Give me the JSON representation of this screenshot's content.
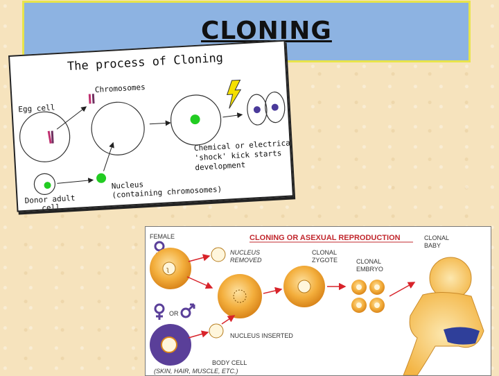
{
  "slide": {
    "title": "CLONING"
  },
  "panel1": {
    "heading": "The process of Cloning",
    "chromosomes": "Chromosomes",
    "egg_cell": "Egg cell",
    "shock_line1": "Chemical or electrical",
    "shock_line2": "'shock' kick starts",
    "shock_line3": "development",
    "nucleus_line1": "Nucleus",
    "nucleus_line2": "(containing chromosomes)",
    "donor_line1": "Donor adult",
    "donor_line2": "cell"
  },
  "panel2": {
    "female": "FEMALE",
    "heading": "CLONING OR ASEXUAL REPRODUCTION",
    "clonal_baby_line1": "CLONAL",
    "clonal_baby_line2": "BABY",
    "nucleus_removed_line1": "NUCLEUS",
    "nucleus_removed_line2": "REMOVED",
    "clonal_zygote_line1": "CLONAL",
    "clonal_zygote_line2": "ZYGOTE",
    "clonal_embryo_line1": "CLONAL",
    "clonal_embryo_line2": "EMBRYO",
    "or": "OR",
    "nucleus_inserted": "NUCLEUS INSERTED",
    "body_cell_line1": "BODY CELL",
    "body_cell_line2": "(SKIN, HAIR, MUSCLE, ETC.)"
  },
  "colors": {
    "title_bg": "#8db3e2",
    "title_border": "#e8e44a",
    "cell_orange": "#f0a530",
    "body_cell_purple": "#5a3f99",
    "arrow_red": "#d8232a",
    "heading_red": "#c1272d",
    "nucleus_green": "#22cc22",
    "bolt_yellow": "#f5e000"
  }
}
